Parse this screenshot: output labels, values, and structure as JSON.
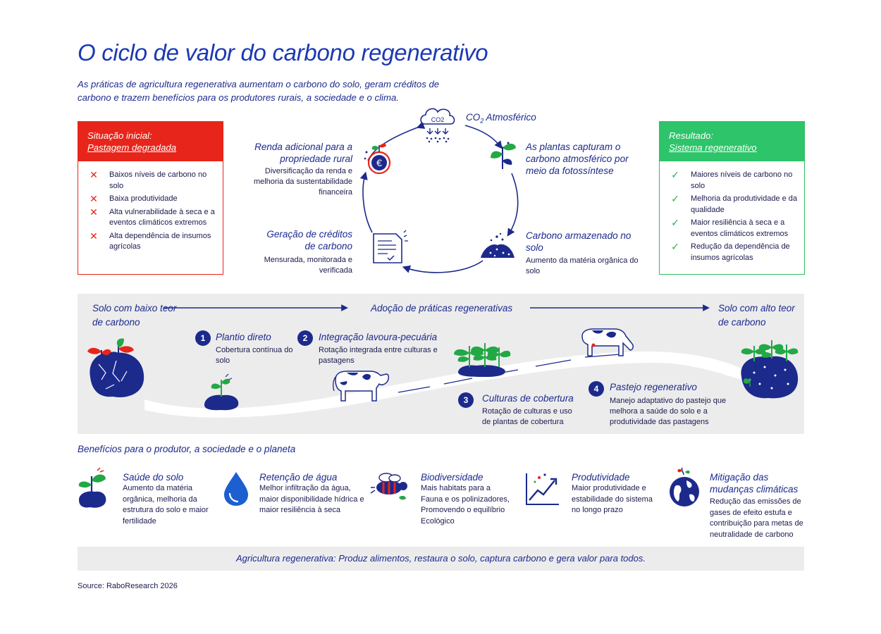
{
  "title": "O ciclo de valor do carbono regenerativo",
  "subtitle": "As práticas de agricultura regenerativa aumentam o carbono do solo, geram créditos de carbono e trazem benefícios para os produtores rurais, a sociedade e o clima.",
  "initial": {
    "heading1": "Situação inicial:",
    "heading2": "Pastagem degradada",
    "items": [
      "Baixos níveis de carbono no solo",
      "Baixa produtividade",
      "Alta vulnerabilidade à seca e a eventos climáticos extremos",
      "Alta dependência de insumos agrícolas"
    ]
  },
  "result": {
    "heading1": "Resultado:",
    "heading2": "Sistema regenerativo",
    "items": [
      "Maiores níveis de carbono no solo",
      "Melhoria da produtividade e da qualidade",
      "Maior resiliência à seca e a eventos climáticos extremos",
      "Redução da dependência de insumos agrícolas"
    ]
  },
  "cycle": {
    "co2_icon_label": "CO2",
    "co2_main": "CO",
    "co2_sub": "2",
    "co2_rest": " Atmosférico",
    "capture_title": "As plantas capturam o carbono atmosférico por meio da fotossíntese",
    "stored_title": "Carbono armazenado no solo",
    "stored_desc": "Aumento da matéria orgânica do solo",
    "credits_title": "Geração de créditos de carbono",
    "credits_desc": "Mensurada, monitorada e verificada",
    "income_title": "Renda adicional para a propriedade rural",
    "income_desc": "Diversificação da renda e melhoria da sustentabilidade financeira",
    "euro_symbol": "€"
  },
  "journey": {
    "start_label": "Solo com baixo teor de carbono",
    "middle_label": "Adoção de práticas regenerativas",
    "end_label": "Solo com alto teor de carbono",
    "steps": [
      {
        "num": "1",
        "title": "Plantio direto",
        "desc": "Cobertura contínua do solo"
      },
      {
        "num": "2",
        "title": "Integração lavoura-pecuária",
        "desc": "Rotação integrada entre culturas e pastagens"
      },
      {
        "num": "3",
        "title": "Culturas de cobertura",
        "desc": "Rotação de culturas e uso de plantas de cobertura"
      },
      {
        "num": "4",
        "title": "Pastejo regenerativo",
        "desc": "Manejo adaptativo do pastejo que melhora a saúde do solo e a produtividade das pastagens"
      }
    ]
  },
  "benefits": {
    "heading": "Benefícios para o produtor, a sociedade e o planeta",
    "items": [
      {
        "title": "Saúde do solo",
        "desc": "Aumento da matéria orgânica, melhoria da estrutura do solo e maior fertilidade",
        "icon": "sprout-icon"
      },
      {
        "title": "Retenção de água",
        "desc": "Melhor infiltração da água, maior disponibilidade hídrica e maior resiliência à seca",
        "icon": "water-drop-icon"
      },
      {
        "title": "Biodiversidade",
        "desc": "Mais habitats para a Fauna e os polinizadores, Promovendo o equilíbrio Ecológico",
        "icon": "bee-icon"
      },
      {
        "title": "Produtividade",
        "desc": "Maior produtividade e estabilidade do sistema no longo prazo",
        "icon": "growth-chart-icon"
      },
      {
        "title": "Mitigação das mudanças climáticas",
        "desc": "Redução das emissões de gases de efeito estufa e contribuição para metas de neutralidade de carbono",
        "icon": "globe-icon"
      }
    ]
  },
  "footer": "Agricultura regenerativa: Produz alimentos, restaura o solo, captura carbono e gera valor para todos.",
  "source": "Source: RaboResearch 2026",
  "colors": {
    "navy": "#1c2a8c",
    "title_blue": "#1b39b3",
    "red": "#e8251a",
    "green": "#2dc46a",
    "leaf_green": "#22a845",
    "band_gray": "#ececed"
  }
}
